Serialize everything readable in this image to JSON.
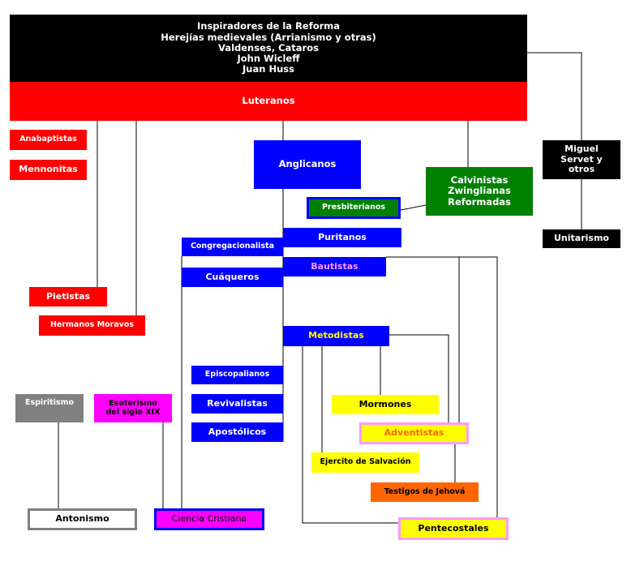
{
  "colors": {
    "black": "#000000",
    "red": "#ff0000",
    "blue": "#0000ff",
    "green": "#008000",
    "yellow": "#ffff00",
    "orange": "#ff6600",
    "magenta": "#ff00ff",
    "gray": "#808080",
    "pink_border": "#ff99ff",
    "white": "#ffffff"
  },
  "nodes": {
    "inspiradores": {
      "lines": [
        "Inspiradores de la Reforma",
        "Herejías medievales (Arrianismo y otras)",
        "Valdenses, Cataros",
        "John Wicleff",
        "Juan Huss"
      ]
    },
    "luteranos": "Luteranos",
    "anabaptistas": "Anabaptistas",
    "mennonitas": "Mennonitas",
    "pietistas": "Pietistas",
    "hermanos_moravos": "Hermanos Moravos",
    "anglicanos": "Anglicanos",
    "presbiterianos": "Presbiterianos",
    "calvinistas": {
      "lines": [
        "Calvinistas",
        "Zwinglianas",
        "Reformadas"
      ]
    },
    "miguel_servet": {
      "lines": [
        "Miguel",
        "Servet y",
        "otros"
      ]
    },
    "unitarismo": "Unitarismo",
    "puritanos": "Puritanos",
    "congregacionalista": "Congregacionalista",
    "bautistas": "Bautistas",
    "cuaqueros": "Cuáqueros",
    "metodistas": "Metodistas",
    "episcopalianos": "Episcopalianos",
    "revivalistas": "Revivalistas",
    "apostolicos": "Apostólicos",
    "espiritismo": "Espiritismo",
    "esoterismo": {
      "lines": [
        "Esoterismo",
        "del siglo XIX"
      ]
    },
    "mormones": "Mormones",
    "adventistas": "Adventistas",
    "ejercito_salvacion": "Ejercito de Salvación",
    "testigos": "Testigos de Jehová",
    "antonismo": "Antonismo",
    "ciencia_cristiana": "Ciencia Cristiana",
    "pentecostales": "Pentecostales"
  }
}
